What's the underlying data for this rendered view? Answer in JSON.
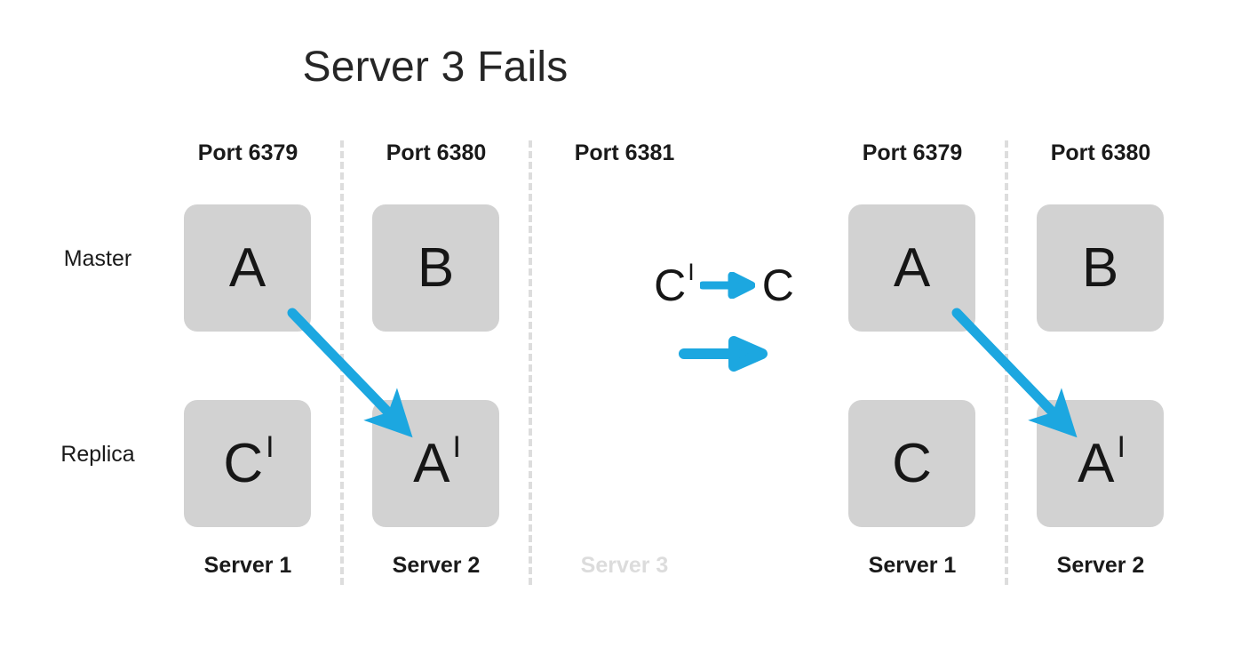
{
  "title": "Server 3 Fails",
  "colors": {
    "arrow": "#1CA7E0",
    "node_fill": "#D2D2D2",
    "divider": "#DDDDDD",
    "text": "#1A1A1A",
    "faded_text": "#DCDCDC"
  },
  "row_labels": {
    "master": "Master",
    "replica": "Replica"
  },
  "before": {
    "columns": [
      {
        "port": "Port 6379",
        "server": "Server 1",
        "failed": false,
        "master": {
          "letter": "A",
          "prime": ""
        },
        "replica": {
          "letter": "C",
          "prime": "I"
        }
      },
      {
        "port": "Port 6380",
        "server": "Server 2",
        "failed": false,
        "master": {
          "letter": "B",
          "prime": ""
        },
        "replica": {
          "letter": "A",
          "prime": "I"
        }
      },
      {
        "port": "Port 6381",
        "server": "Server 3",
        "failed": true,
        "master": null,
        "replica": null
      }
    ]
  },
  "after": {
    "columns": [
      {
        "port": "Port 6379",
        "server": "Server 1",
        "failed": false,
        "master": {
          "letter": "A",
          "prime": ""
        },
        "replica": {
          "letter": "C",
          "prime": ""
        }
      },
      {
        "port": "Port 6380",
        "server": "Server 2",
        "failed": false,
        "master": {
          "letter": "B",
          "prime": ""
        },
        "replica": {
          "letter": "A",
          "prime": "I"
        }
      }
    ]
  },
  "transition": {
    "note_from_letter": "C",
    "note_from_prime": "I",
    "note_arrow": "right-arrow-icon",
    "note_to_letter": "C",
    "note_to_prime": "",
    "big_arrow": "right-arrow-icon"
  },
  "replication_arrows": [
    {
      "name": "replication-arrow-left",
      "from": "A (Server 1 master)",
      "to": "A' (Server 2 replica)"
    },
    {
      "name": "replication-arrow-right",
      "from": "A (Server 1 master)",
      "to": "A' (Server 2 replica)"
    }
  ]
}
